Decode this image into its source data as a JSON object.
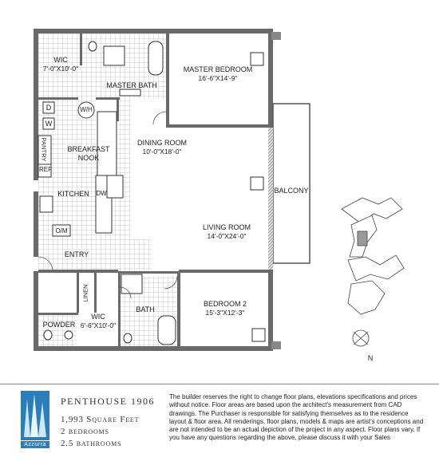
{
  "plan": {
    "rooms": [
      {
        "key": "wic1",
        "name": "WIC",
        "dims": "7'-0\"X10'-0\""
      },
      {
        "key": "master_bath",
        "name": "MASTER BATH",
        "dims": ""
      },
      {
        "key": "master_bedroom",
        "name": "MASTER BEDROOM",
        "dims": "16'-6\"X14'-9\""
      },
      {
        "key": "dining",
        "name": "DINING ROOM",
        "dims": "10'-0\"X18'-0\""
      },
      {
        "key": "breakfast",
        "name": "BREAKFAST NOOK",
        "dims": ""
      },
      {
        "key": "kitchen",
        "name": "KITCHEN",
        "dims": ""
      },
      {
        "key": "living",
        "name": "LIVING ROOM",
        "dims": "14'-0\"X24'-0\""
      },
      {
        "key": "balcony",
        "name": "BALCONY",
        "dims": ""
      },
      {
        "key": "entry",
        "name": "ENTRY",
        "dims": ""
      },
      {
        "key": "powder",
        "name": "POWDER",
        "dims": ""
      },
      {
        "key": "wic2",
        "name": "WIC",
        "dims": "6'-6\"X10'-0\""
      },
      {
        "key": "bath",
        "name": "BATH",
        "dims": ""
      },
      {
        "key": "bedroom2",
        "name": "BEDROOM 2",
        "dims": "15'-3\"X12'-3\""
      }
    ],
    "fixtures": {
      "d": "D",
      "w": "W",
      "pantry": "PANTRY",
      "ref": "REF",
      "dw": "DW",
      "om": "O/M",
      "wh": "W/H",
      "linen": "LINEN"
    },
    "compass": "N"
  },
  "unit": {
    "title": "PENTHOUSE 1906",
    "square_feet": "1,993 Square Feet",
    "bedrooms": "2 bedrooms",
    "bathrooms": "2.5 bathrooms",
    "logo_text": "Azzurra"
  },
  "disclaimer": "The builder reserves the right to change floor plans, elevations specifications and prices without notice. Floor areas are based upon the architect's measurement from CAD drawings. The Purchaser is responsible for satisfying themselves as to the residence layout & floor area. All renderings, floor plans, models & maps are artist's conceptions and are not intended to be an actual depiction of the project in any aspect. Floor plans vary. If you have any questions regarding the above, please discuss it with your Sales"
}
